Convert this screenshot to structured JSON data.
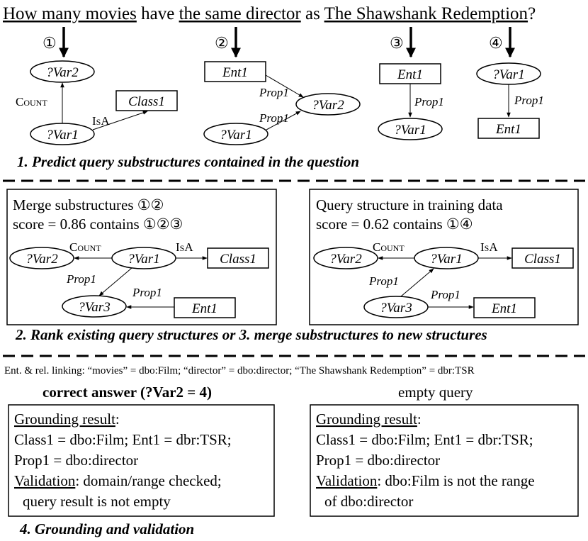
{
  "question": {
    "part1": "How many movies",
    "part2": " have ",
    "part3": "the same director",
    "part4": " as ",
    "part5": "The Shawshank Redemption",
    "part6": "?"
  },
  "markers": [
    "①",
    "②",
    "③",
    "④"
  ],
  "sub1": {
    "var2": "?Var2",
    "count": "Count",
    "class1": "Class1",
    "isa": "IsA",
    "var1": "?Var1"
  },
  "sub2": {
    "ent1": "Ent1",
    "prop1a": "Prop1",
    "var2": "?Var2",
    "prop1b": "Prop1",
    "var1": "?Var1"
  },
  "sub3": {
    "ent1": "Ent1",
    "prop1": "Prop1",
    "var1": "?Var1"
  },
  "sub4": {
    "var1": "?Var1",
    "prop1": "Prop1",
    "ent1": "Ent1"
  },
  "step1": "1. Predict query substructures contained in the question",
  "merge_box": {
    "title": "Merge substructures ①②",
    "score": "score = 0.86  contains ①②③",
    "var2": "?Var2",
    "count": "Count",
    "var1": "?Var1",
    "isa": "IsA",
    "class1": "Class1",
    "prop1a": "Prop1",
    "prop1b": "Prop1",
    "var3": "?Var3",
    "ent1": "Ent1"
  },
  "train_box": {
    "title": "Query structure in training data",
    "score": "score = 0.62  contains ①④",
    "var2": "?Var2",
    "count": "Count",
    "var1": "?Var1",
    "isa": "IsA",
    "class1": "Class1",
    "prop1a": "Prop1",
    "prop1b": "Prop1",
    "var3": "?Var3",
    "ent1": "Ent1"
  },
  "step2": "2. Rank existing query structures or 3. merge substructures to new structures",
  "linking": "Ent. & rel. linking: “movies” = dbo:Film; “director” = dbo:director; “The Shawshank Redemption” = dbr:TSR",
  "correct_answer": "correct answer (?Var2 = 4)",
  "empty_query": "empty query",
  "left_result": {
    "heading": "Grounding result",
    "line1": "Class1 = dbo:Film; Ent1 = dbr:TSR;",
    "line2": "Prop1 = dbo:director",
    "validation_label": "Validation",
    "validation_text": ": domain/range checked;",
    "line4": "query result is not empty"
  },
  "right_result": {
    "heading": "Grounding result",
    "line1": "Class1 = dbo:Film; Ent1 = dbr:TSR;",
    "line2": "Prop1 = dbo:director",
    "validation_label": "Validation",
    "validation_text": ": dbo:Film is not the range",
    "line4": "of dbo:director"
  },
  "step4": "4. Grounding and validation"
}
